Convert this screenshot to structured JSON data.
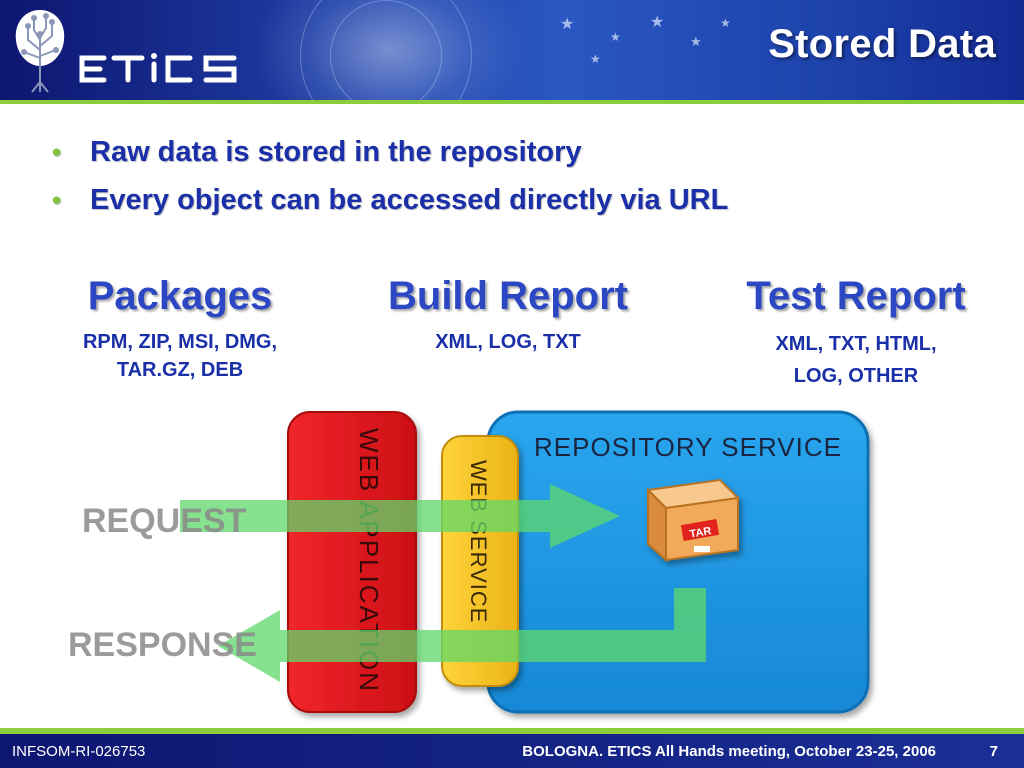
{
  "header": {
    "title": "Stored Data",
    "logo": {
      "name": "ETiCS",
      "icon": "tree-logo-icon"
    }
  },
  "bullets": [
    "Raw data is stored in the repository",
    "Every object can be accessed directly via URL"
  ],
  "columns": [
    {
      "heading": "Packages",
      "lines": [
        "RPM, ZIP, MSI, DMG,",
        "TAR.GZ, DEB"
      ]
    },
    {
      "heading": "Build Report",
      "lines": [
        "XML, LOG, TXT"
      ]
    },
    {
      "heading": "Test Report",
      "lines": [
        "XML, TXT, HTML,",
        "LOG, OTHER"
      ]
    }
  ],
  "diagram": {
    "repository_label": "REPOSITORY SERVICE",
    "web_application_label": "WEB APPLICATION",
    "web_service_label": "WEB SERVICE",
    "request_label": "REQUEST",
    "response_label": "RESPONSE",
    "box_label": "TAR",
    "colors": {
      "repository": "#1f9be3",
      "web_application": "#e0161a",
      "web_service": "#f4c21f",
      "arrow": "#5fd86a",
      "box": "#f2a95a"
    }
  },
  "footer": {
    "left": "INFSOM-RI-026753",
    "center": "BOLOGNA. ETICS All Hands meeting, October 23-25, 2006",
    "page": "7"
  }
}
